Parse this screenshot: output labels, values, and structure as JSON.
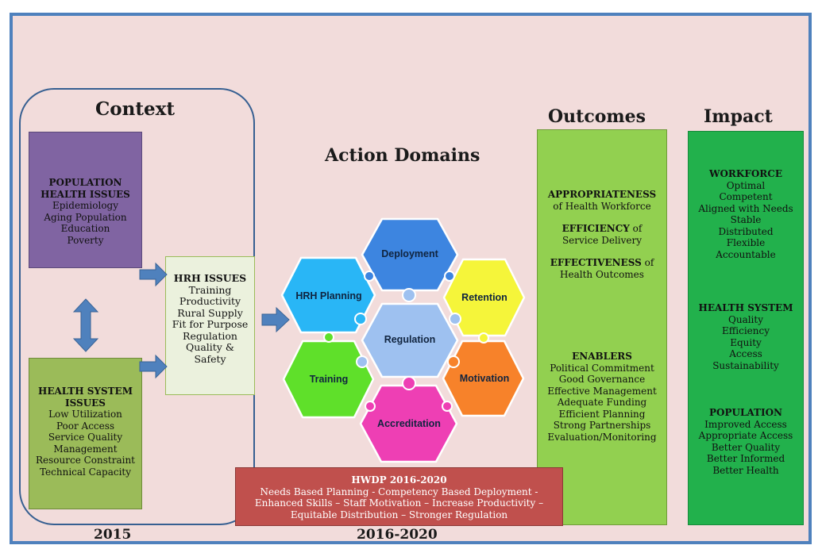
{
  "headings": {
    "context": "Context",
    "action_domains": "Action Domains",
    "outcomes": "Outcomes",
    "impact": "Impact",
    "year_left": "2015",
    "year_center": "2016-2020"
  },
  "population_box": {
    "title_line1": "POPULATION",
    "title_line2": "HEALTH ISSUES",
    "items": [
      "Epidemiology",
      "Aging Population",
      "Education",
      "Poverty"
    ]
  },
  "health_system_box": {
    "title_line1": "HEALTH SYSTEM",
    "title_line2": "ISSUES",
    "items": [
      "Low Utilization",
      "Poor Access",
      "Service Quality",
      "Management",
      "Resource Constraint",
      "Technical Capacity"
    ]
  },
  "hrh_box": {
    "title": "HRH ISSUES",
    "items": [
      "Training",
      "Productivity",
      "Rural Supply",
      "Fit for Purpose",
      "Regulation",
      "Quality &",
      "Safety"
    ]
  },
  "hexagons": {
    "deployment": "Deployment",
    "hrh_planning": "HRH Planning",
    "retention": "Retention",
    "regulation": "Regulation",
    "training": "Training",
    "motivation": "Motivation",
    "accreditation": "Accreditation"
  },
  "outcomes_box": {
    "appropriateness": "APPROPRIATENESS",
    "appropriateness_sub": "of Health Workforce",
    "efficiency": "EFFICIENCY",
    "efficiency_of": "of",
    "efficiency_sub": "Service Delivery",
    "effectiveness": "EFFECTIVENESS",
    "effectiveness_of": "of",
    "effectiveness_sub": "Health Outcomes",
    "enablers_title": "ENABLERS",
    "enablers": [
      "Political Commitment",
      "Good Governance",
      "Effective Management",
      "Adequate Funding",
      "Efficient Planning",
      "Strong Partnerships",
      "Evaluation/Monitoring"
    ]
  },
  "impact_box": {
    "workforce_title": "WORKFORCE",
    "workforce": [
      "Optimal",
      "Competent",
      "Aligned with Needs",
      "Stable",
      "Distributed",
      "Flexible",
      "Accountable"
    ],
    "health_system_title": "HEALTH SYSTEM",
    "health_system": [
      "Quality",
      "Efficiency",
      "Equity",
      "Access",
      "Sustainability"
    ],
    "population_title": "POPULATION",
    "population": [
      "Improved Access",
      "Appropriate Access",
      "Better Quality",
      "Better Informed",
      "Better Health"
    ]
  },
  "hwdp_box": {
    "title": "HWDP 2016-2020",
    "lines": [
      "Needs Based Planning  - Competency Based Deployment -",
      "Enhanced Skills – Staff Motivation – Increase Productivity –",
      "Equitable Distribution – Stronger Regulation"
    ]
  },
  "colors": {
    "background": "#f2dcdb",
    "frame": "#4f81bd",
    "population": "#8064a2",
    "health_system": "#9bbb59",
    "outcomes": "#92d050",
    "impact": "#22b14c",
    "hwdp": "#c0504d",
    "arrow": "#4f81bd",
    "deployment": "#3d85e0",
    "hrh_planning": "#29b6f6",
    "retention": "#f5f53a",
    "regulation": "#9ec1f0",
    "training": "#5fe02a",
    "motivation": "#f7822a",
    "accreditation": "#ee3fb4"
  }
}
